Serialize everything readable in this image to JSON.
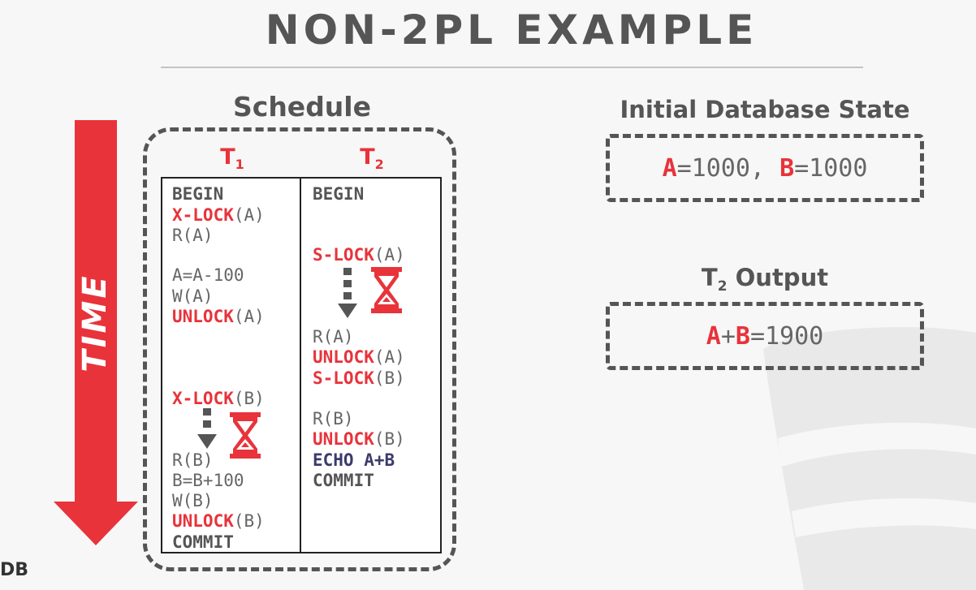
{
  "title": "NON-2PL EXAMPLE",
  "time_label": "TIME",
  "schedule": {
    "title": "Schedule",
    "t1_head": {
      "base": "T",
      "sub": "1"
    },
    "t2_head": {
      "base": "T",
      "sub": "2"
    },
    "t1_ops": [
      {
        "parts": [
          {
            "text": "BEGIN",
            "style": "dk"
          }
        ]
      },
      {
        "parts": [
          {
            "text": "X-LOCK",
            "style": "kw"
          },
          {
            "text": "(A)",
            "style": ""
          }
        ]
      },
      {
        "parts": [
          {
            "text": "R(A)",
            "style": ""
          }
        ]
      },
      {
        "parts": [
          {
            "text": "A=A-100",
            "style": ""
          }
        ]
      },
      {
        "parts": [
          {
            "text": "W(A)",
            "style": ""
          }
        ]
      },
      {
        "parts": [
          {
            "text": "UNLOCK",
            "style": "kw"
          },
          {
            "text": "(A)",
            "style": ""
          }
        ]
      },
      {
        "parts": [
          {
            "text": "X-LOCK",
            "style": "kw"
          },
          {
            "text": "(B)",
            "style": ""
          }
        ]
      },
      {
        "parts": [
          {
            "text": "R(B)",
            "style": ""
          }
        ]
      },
      {
        "parts": [
          {
            "text": "B=B+100",
            "style": ""
          }
        ]
      },
      {
        "parts": [
          {
            "text": "W(B)",
            "style": ""
          }
        ]
      },
      {
        "parts": [
          {
            "text": "UNLOCK",
            "style": "kw"
          },
          {
            "text": "(B)",
            "style": ""
          }
        ]
      },
      {
        "parts": [
          {
            "text": "COMMIT",
            "style": "dk"
          }
        ]
      }
    ],
    "t2_ops": [
      {
        "parts": [
          {
            "text": "BEGIN",
            "style": "dk"
          }
        ]
      },
      {
        "parts": [
          {
            "text": "S-LOCK",
            "style": "kw"
          },
          {
            "text": "(A)",
            "style": ""
          }
        ]
      },
      {
        "parts": [
          {
            "text": "R(A)",
            "style": ""
          }
        ]
      },
      {
        "parts": [
          {
            "text": "UNLOCK",
            "style": "kw"
          },
          {
            "text": "(A)",
            "style": ""
          }
        ]
      },
      {
        "parts": [
          {
            "text": "S-LOCK",
            "style": "kw"
          },
          {
            "text": "(B)",
            "style": ""
          }
        ]
      },
      {
        "parts": [
          {
            "text": "R(B)",
            "style": ""
          }
        ]
      },
      {
        "parts": [
          {
            "text": "UNLOCK",
            "style": "kw"
          },
          {
            "text": "(B)",
            "style": ""
          }
        ]
      },
      {
        "parts": [
          {
            "text": "ECHO A+B",
            "style": "nv"
          }
        ]
      },
      {
        "parts": [
          {
            "text": "COMMIT",
            "style": "dk"
          }
        ]
      }
    ],
    "wait_icons": [
      "hourglass-icon",
      "hourglass-icon"
    ]
  },
  "state": {
    "title": "Initial Database State",
    "a_name": "A",
    "a_value": "=1000,",
    "b_name": "B",
    "b_value": "=1000"
  },
  "output": {
    "title_base": "T",
    "title_sub": "2",
    "title_rest": " Output",
    "a_name": "A",
    "plus": "+",
    "b_name": "B",
    "value": "=1900"
  },
  "corner_logo": "DB",
  "colors": {
    "accent": "#e8333b",
    "text": "#555555",
    "background": "#f7f7f7"
  }
}
